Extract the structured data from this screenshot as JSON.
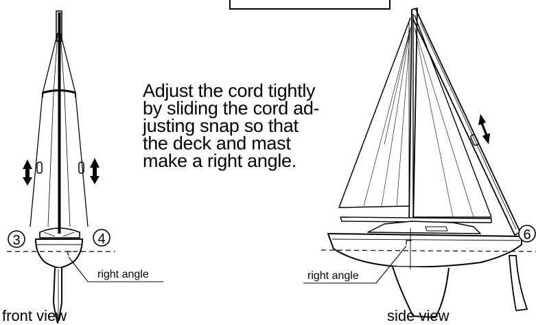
{
  "instruction_lines": [
    "Adjust the cord tightly",
    "by sliding the cord ad-",
    "justing snap so that",
    "the deck and mast",
    "make a right angle."
  ],
  "front_view": {
    "caption": "front view",
    "right_angle_label": "right angle",
    "marker_left": "3",
    "marker_right": "4"
  },
  "side_view": {
    "caption": "side view",
    "right_angle_label": "right angle",
    "marker": "6"
  },
  "colors": {
    "ink": "#000000",
    "paper": "#ffffff"
  }
}
